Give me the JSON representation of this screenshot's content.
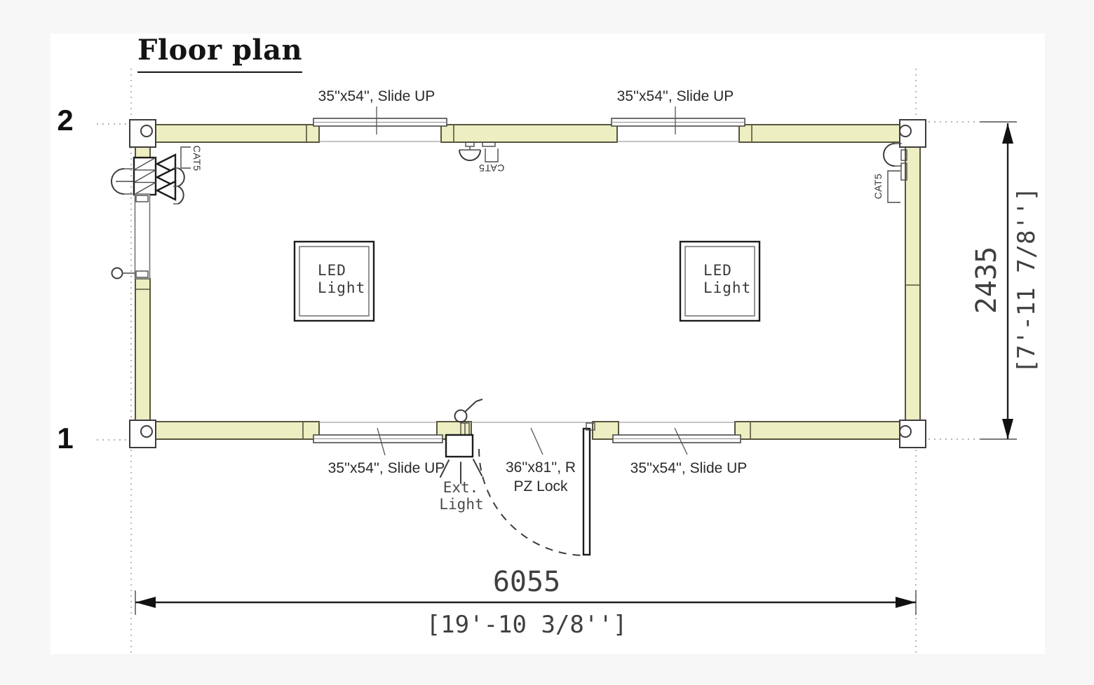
{
  "title": "Floor plan",
  "grid_markers": {
    "top": "2",
    "bottom": "1"
  },
  "windows": {
    "top_left_label": "35''x54'', Slide UP",
    "top_right_label": "35''x54'', Slide UP",
    "bottom_left_label": "35''x54'', Slide UP",
    "bottom_right_label": "35''x54'', Slide UP"
  },
  "door": {
    "size_label": "36''x81'', R",
    "lock_label": "PZ Lock"
  },
  "lights": {
    "led_left": {
      "line1": "LED",
      "line2": "Light"
    },
    "led_right": {
      "line1": "LED",
      "line2": "Light"
    },
    "exterior": {
      "line1": "Ext.",
      "line2": "Light"
    }
  },
  "data_ports": {
    "left_label": "CAT5",
    "top_label": "CAT5",
    "right_label": "CAT5"
  },
  "dimensions": {
    "width_metric": "6055",
    "width_imperial": "[19'-10 3/8'']",
    "height_metric": "2435",
    "height_imperial": "[7'-11 7/8'']"
  },
  "colors": {
    "wall_fill": "#edeec1",
    "wall_stroke": "#56563f",
    "line_color": "#3d3d3d",
    "grid_dot_color": "#9b9b9b",
    "label_color": "#2a2a2a",
    "cad_text_color": "#434343"
  }
}
